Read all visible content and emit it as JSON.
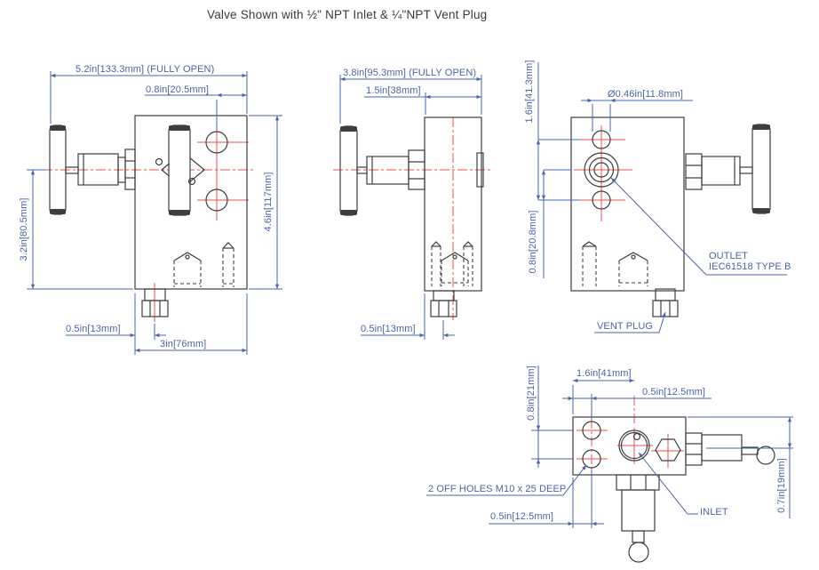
{
  "title": "Valve Shown with ½\" NPT Inlet & ¼\"NPT Vent Plug",
  "views": {
    "front": {
      "fully_open": "5.2in[133.3mm] (FULLY OPEN)",
      "port_offset": "0.8in[20.5mm]",
      "height": "4.6in[117mm]",
      "center_to_base": "3.2in[80.5mm]",
      "vent_offset": "0.5in[13mm]",
      "width": "3in[76mm]"
    },
    "side": {
      "fully_open": "3.8in[95.3mm] (FULLY OPEN)",
      "depth": "1.5in[38mm]",
      "vent_offset": "0.5in[13mm]"
    },
    "outlet": {
      "outlet_diameter": "Ø0.46in[11.8mm]",
      "hole_spacing": "1.6in[41.3mm]",
      "outlet_to_hole": "0.8in[20.8mm]",
      "outlet_label_line1": "OUTLET",
      "outlet_label_line2": "IEC61518 TYPE B",
      "vent_plug_label": "VENT PLUG"
    },
    "top": {
      "hole_spacing": "0.8in[21mm]",
      "inlet_offset": "1.6in[41mm]",
      "hole_edge_offset": "0.5in[12.5mm]",
      "hole_edge_offset_2": "0.5in[12.5mm]",
      "handle_height": "0.7in[19mm]",
      "mounting_holes_label": "2 OFF HOLES M10 x 25 DEEP",
      "inlet_label": "INLET"
    }
  },
  "colors": {
    "dimension_blue": "#4a64a8",
    "object_line": "#3e3e3e",
    "centerline_red": "#ee4f4f"
  }
}
